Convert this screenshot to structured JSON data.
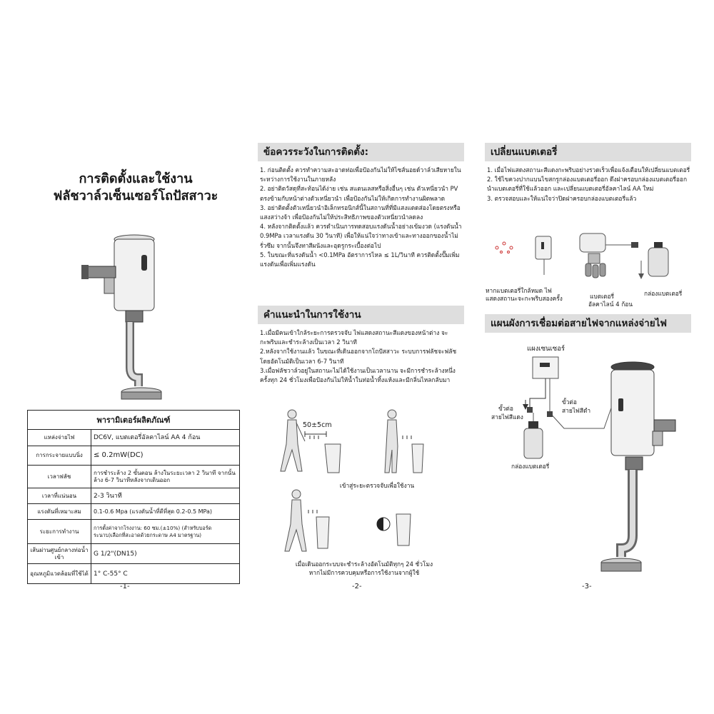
{
  "page1": {
    "title_line1": "การติดตั้งและใช้งาน",
    "title_line2": "ฟลัชวาล์วเซ็นเซอร์โถปัสสาวะ",
    "spec_title": "พารามิเตอร์ผลิตภัณฑ์",
    "specs": [
      {
        "label": "แหล่งจ่ายไฟ",
        "value": "DC6V, แบตเตอรี่อัลคาไลน์ AA 4 ก้อน"
      },
      {
        "label": "การกระจายแบบนิ่ง",
        "value": "≤ 0.2mW(DC)"
      },
      {
        "label": "เวลาฟลัช",
        "value": "การชำระล้าง 2 ขั้นตอน ล้างในระยะเวลา 2 วินาที จากนั้นล้าง 6-7 วินาทีหลังจากเดินออก"
      },
      {
        "label": "เวลาที่แน่นอน",
        "value": "2-3 วินาที"
      },
      {
        "label": "แรงดันที่เหมาะสม",
        "value": "0.1-0.6 Mpa (แรงดันน้ำที่ดีที่สุด 0.2-0.5 MPa)"
      },
      {
        "label": "ระยะการทำงาน",
        "value": "การตั้งค่าจากโรงงาน: 60 ซม.(±10%) (สำหรับบอร์ดระนาบ)เลือกที่สะอาดด้วยกระดาษ A4 มาตรฐาน)"
      },
      {
        "label": "เส้นผ่านศูนย์กลางท่อน้ำเข้า",
        "value": "G 1/2\"(DN15)"
      },
      {
        "label": "อุณหภูมิแวดล้อมที่ใช้ได้",
        "value": "1° C-55° C"
      }
    ],
    "page_number": "-1-"
  },
  "page2": {
    "caution_header": "ข้อควรระวังในการติดตั้ง:",
    "caution_items": [
      "1. ก่อนติดตั้ง ควรทำความสะอาดท่อเพื่อป้องกันไม่ให้ไซส์นอยด์วาล์วเสียหายในระหว่างการใช้งานในภายหลัง",
      "2. อย่าติดวัสดุที่สะท้อนได้ง่าย เช่น สแตนเลสหรือสิ่งอื่นๆ เช่น ตัวเหนี่ยวนำ PV ตรงข้ามกับหน้าต่างตัวเหนี่ยวนำ เพื่อป้องกันไม่ให้เกิดการทำงานผิดพลาด",
      "3. อย่าติดตั้งตัวเหนี่ยวนำอิเล็กทรอนิกส์นี้ในสถานที่ที่มีแสงแดดส่องโดยตรงหรือแสงสว่างจ้า เพื่อป้องกันไม่ให้ประสิทธิภาพของตัวเหนี่ยวนำลดลง",
      "4. หลังจากติดตั้งแล้ว ควรดำเนินการทดสอบแรงดันน้ำอย่างเข้มงวด (แรงดันน้ำ 0.9MPa เวลาแรงดัน 30 วินาที) เพื่อให้แน่ใจว่าทางเข้าและทางออกของน้ำไม่รั่วซึม จากนั้นจึงทาสีผนังและอุดรูกระเบื้องต่อไป",
      "5. ในขณะที่แรงดันน้ำ <0.1MPa อัตราการไหล ≤ 1L/วินาที ควรติดตั้งปั๊มเพิ่มแรงดันเพื่อเพิ่มแรงดัน"
    ],
    "usage_header": "คำแนะนำในการใช้งาน",
    "usage_items": [
      "1.เมื่อมีคนเข้าใกล้ระยะการตรวจจับ ไฟแสดงสถานะสีแดงของหน้าต่าง จะกะพริบและชำระล้างเป็นเวลา 2 วินาที",
      "2.หลังจากใช้งานแล้ว ในขณะที่เดินออกจากโถปัสสาวะ ระบบการฟลัชจะฟลัชโดยอัตโนมัติเป็นเวลา 6-7 วินาที",
      "3.เมื่อฟลัชวาล์วอยู่ในสถานะไม่ได้ใช้งานเป็นเวลานาน จะมีการชำระล้างหนึ่งครั้งทุก 24 ชั่วโมงเพื่อป้องกันไม่ให้น้ำในท่อน้ำทิ้งแห้งและมีกลิ่นไหลกลับมา"
    ],
    "distance_label": "50±5cm",
    "caption1": "เข้าสู่ระยะตรวจจับเพื่อใช้งาน",
    "caption2_line1": "เมื่อเดินออกระบบจะชำระล้างอัตโนมัติทุกๆ 24 ชั่วโมง",
    "caption2_line2": "หากไม่มีการควบคุมหรือการใช้งานจากผู้ใช้",
    "page_number": "-2-"
  },
  "page3": {
    "battery_header": "เปลี่ยนแบตเตอรี่",
    "battery_items": [
      "1. เมื่อไฟแสดงสถานะสีแดงกะพริบอย่างรวดเร็วเพื่อแจ้งเตือนให้เปลี่ยนแบตเตอรี่",
      "2. ใช้ไขควงปากแบนไขสกรูกล่องแบตเตอรี่ออก ดึงฝาครอบกล่องแบตเตอรี่ออก นำแบตเตอรี่ที่ใช้แล้วออก และเปลี่ยนแบตเตอรี่อัลคาไลน์ AA ใหม่",
      "3. ตรวจสอบและให้แน่ใจว่าปิดฝาครอบกล่องแบตเตอรี่แล้ว"
    ],
    "low_battery_caption": "หากแบตเตอรี่ใกล้หมด ไฟแสดงสถานะจะกะพริบสองครั้ง",
    "battery_caption_line1": "แบตเตอรี่",
    "battery_caption_line2": "อัลคาไลน์ 4 ก้อน",
    "battery_box_caption": "กล่องแบตเตอรี่",
    "wiring_header": "แผนผังการเชื่อมต่อสายไฟจากแหล่งจ่ายไฟ",
    "sensor_panel_label": "แผงเซนเซอร์",
    "black_wire_line1": "ขั้วต่อ",
    "black_wire_line2": "สายไฟสีดำ",
    "red_wire_line1": "ขั้วต่อ",
    "red_wire_line2": "สายไฟสีแดง",
    "battery_box_label2": "กล่องแบตเตอรี่",
    "page_number": "-3-"
  }
}
